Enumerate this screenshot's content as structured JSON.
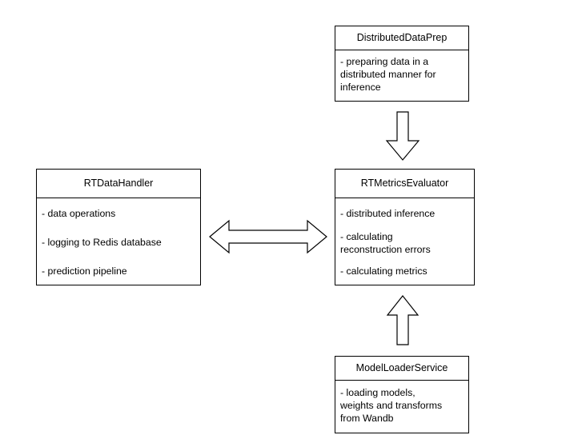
{
  "boxes": {
    "data_prep": {
      "title": "DistributedDataPrep",
      "items": [
        "- preparing data in a\ndistributed manner for\ninference"
      ]
    },
    "data_handler": {
      "title": "RTDataHandler",
      "items": [
        "- data operations",
        "- logging to Redis database",
        "- prediction pipeline"
      ]
    },
    "metrics_evaluator": {
      "title": "RTMetricsEvaluator",
      "items": [
        "- distributed inference",
        "- calculating\nreconstruction errors",
        "- calculating metrics"
      ]
    },
    "model_loader": {
      "title": "ModelLoaderService",
      "items": [
        "- loading models,\nweights and transforms\nfrom Wandb"
      ]
    }
  },
  "colors": {
    "stroke": "#000000",
    "fill": "#ffffff"
  }
}
